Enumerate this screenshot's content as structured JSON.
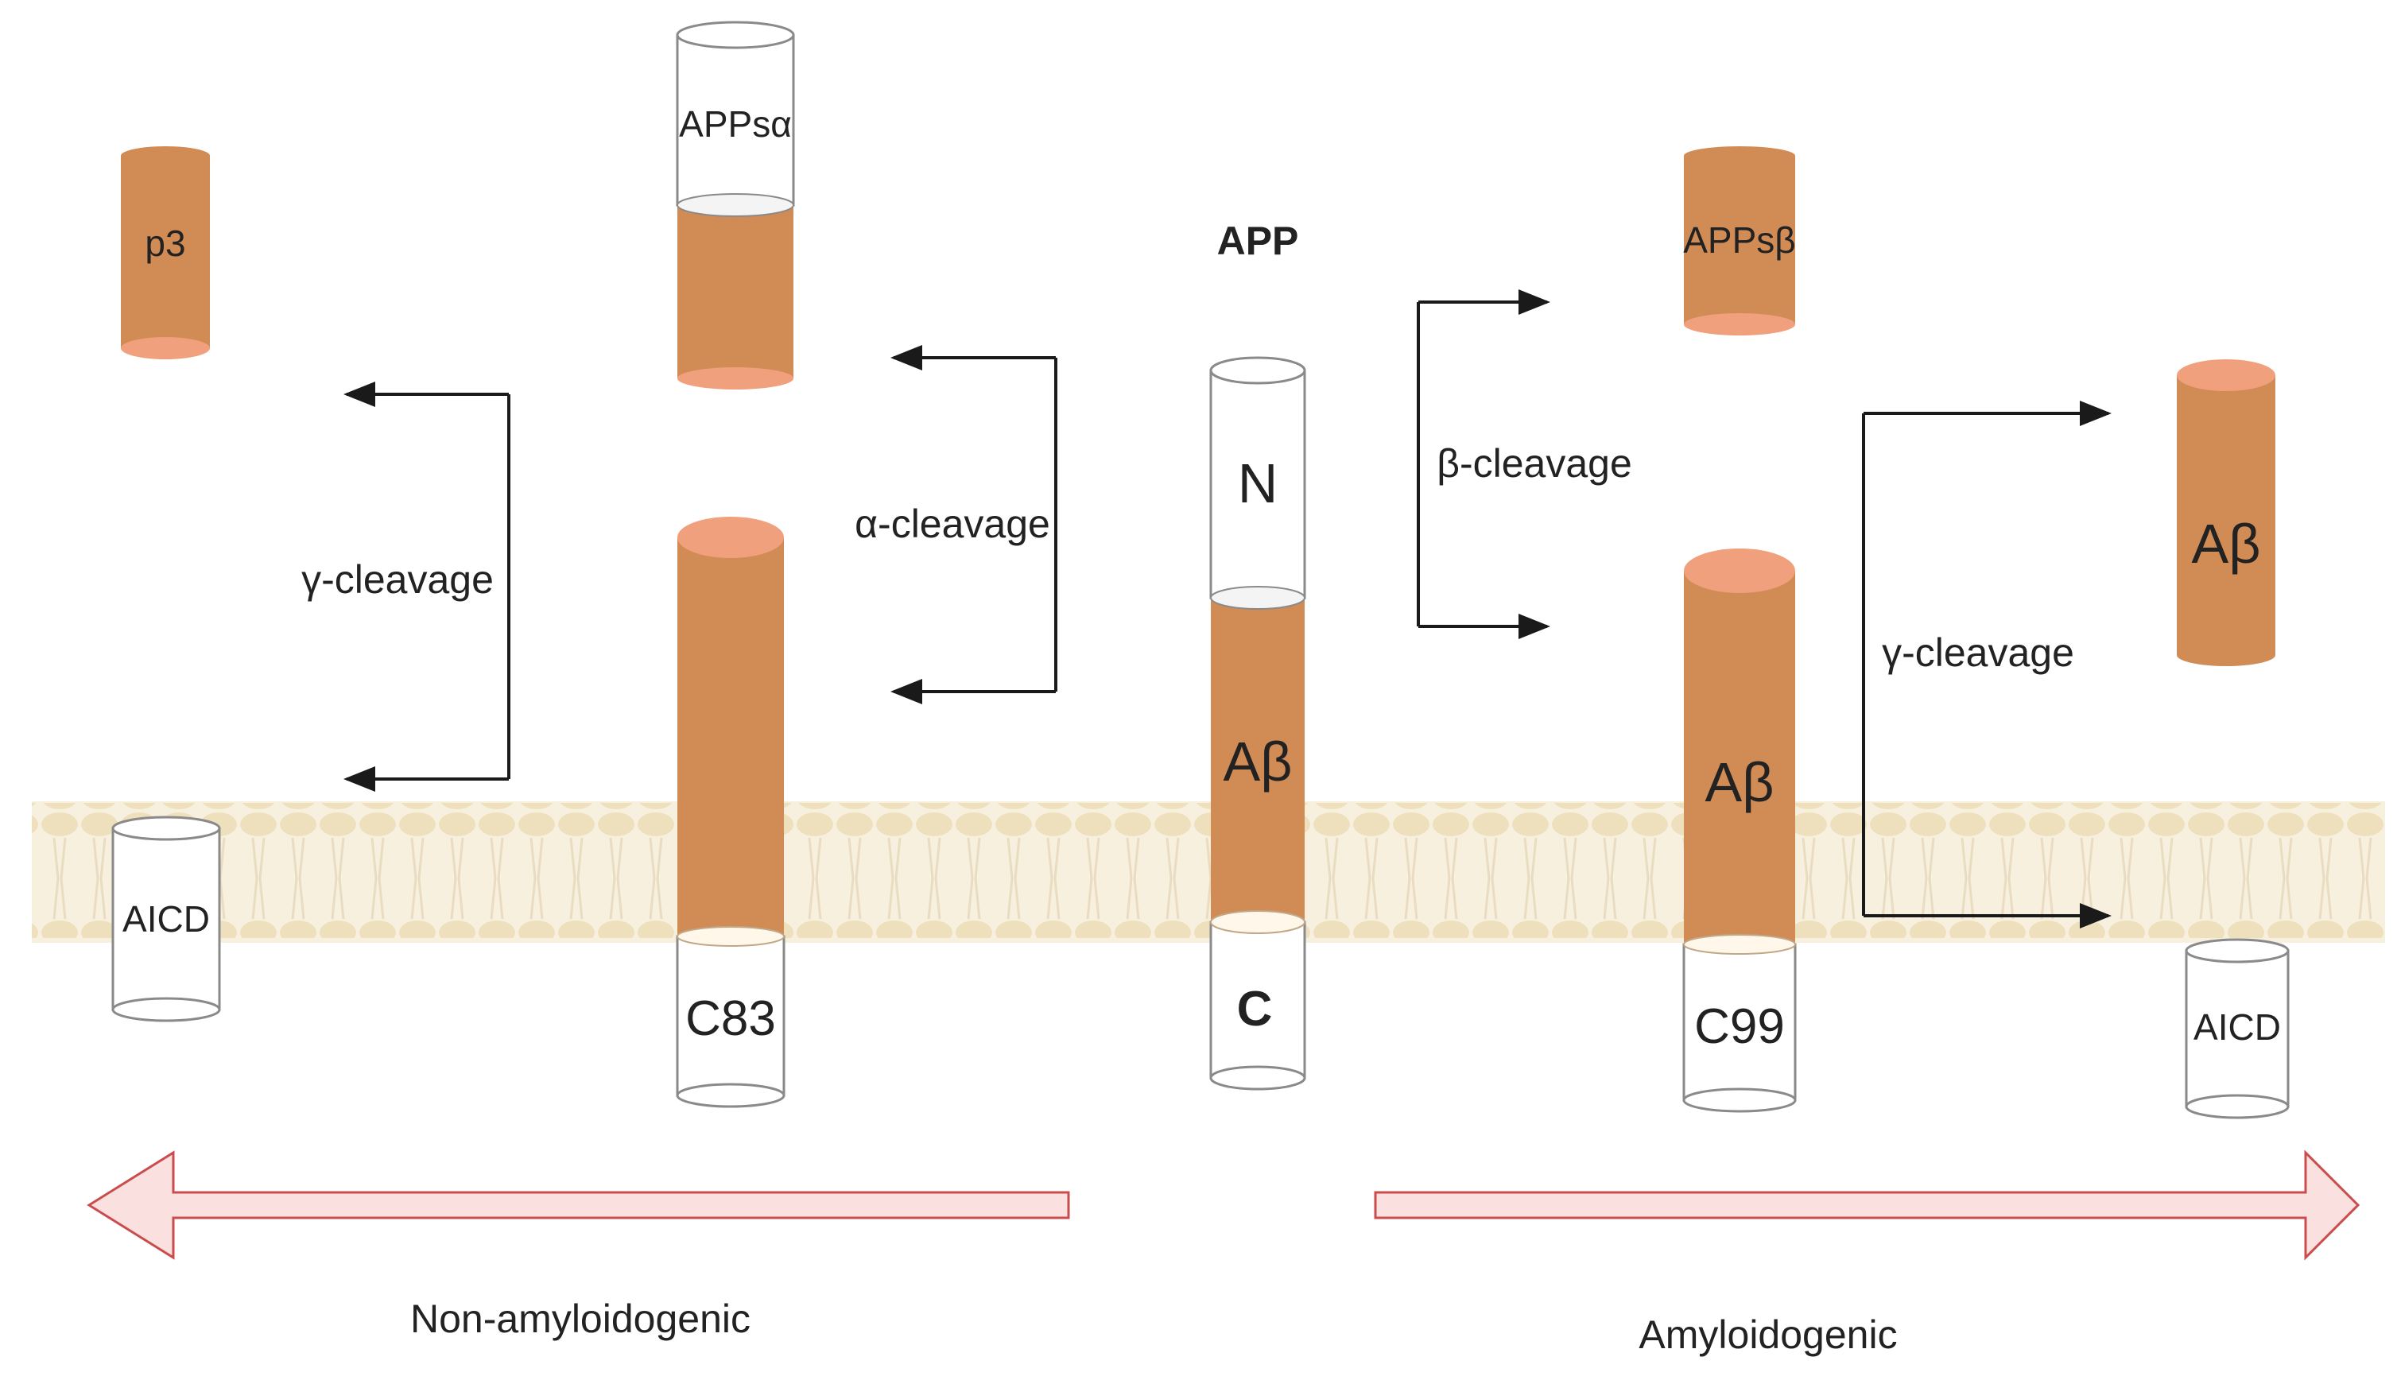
{
  "colors": {
    "orange_body": "#d18b55",
    "orange_top": "#f0a07c",
    "outline": "#8a8a8a",
    "membrane": "#f5ecd6",
    "membrane_head": "#efe0bd",
    "arrow_fill": "#fbe0e0",
    "arrow_stroke": "#c94d4d",
    "line": "#1a1a1a"
  },
  "labels": {
    "app": "APP",
    "n_term": "N",
    "abeta": "Aβ",
    "c_term": "C",
    "appsa": "APPsα",
    "c83": "C83",
    "p3": "p3",
    "aicd": "AICD",
    "appsb": "APPsβ",
    "c99": "C99",
    "alpha_cleavage": "α-cleavage",
    "beta_cleavage": "β-cleavage",
    "gamma_cleavage": "γ-cleavage"
  },
  "pathways": {
    "non_amyloidogenic": "Non-amyloidogenic",
    "amyloidogenic": "Amyloidogenic"
  }
}
